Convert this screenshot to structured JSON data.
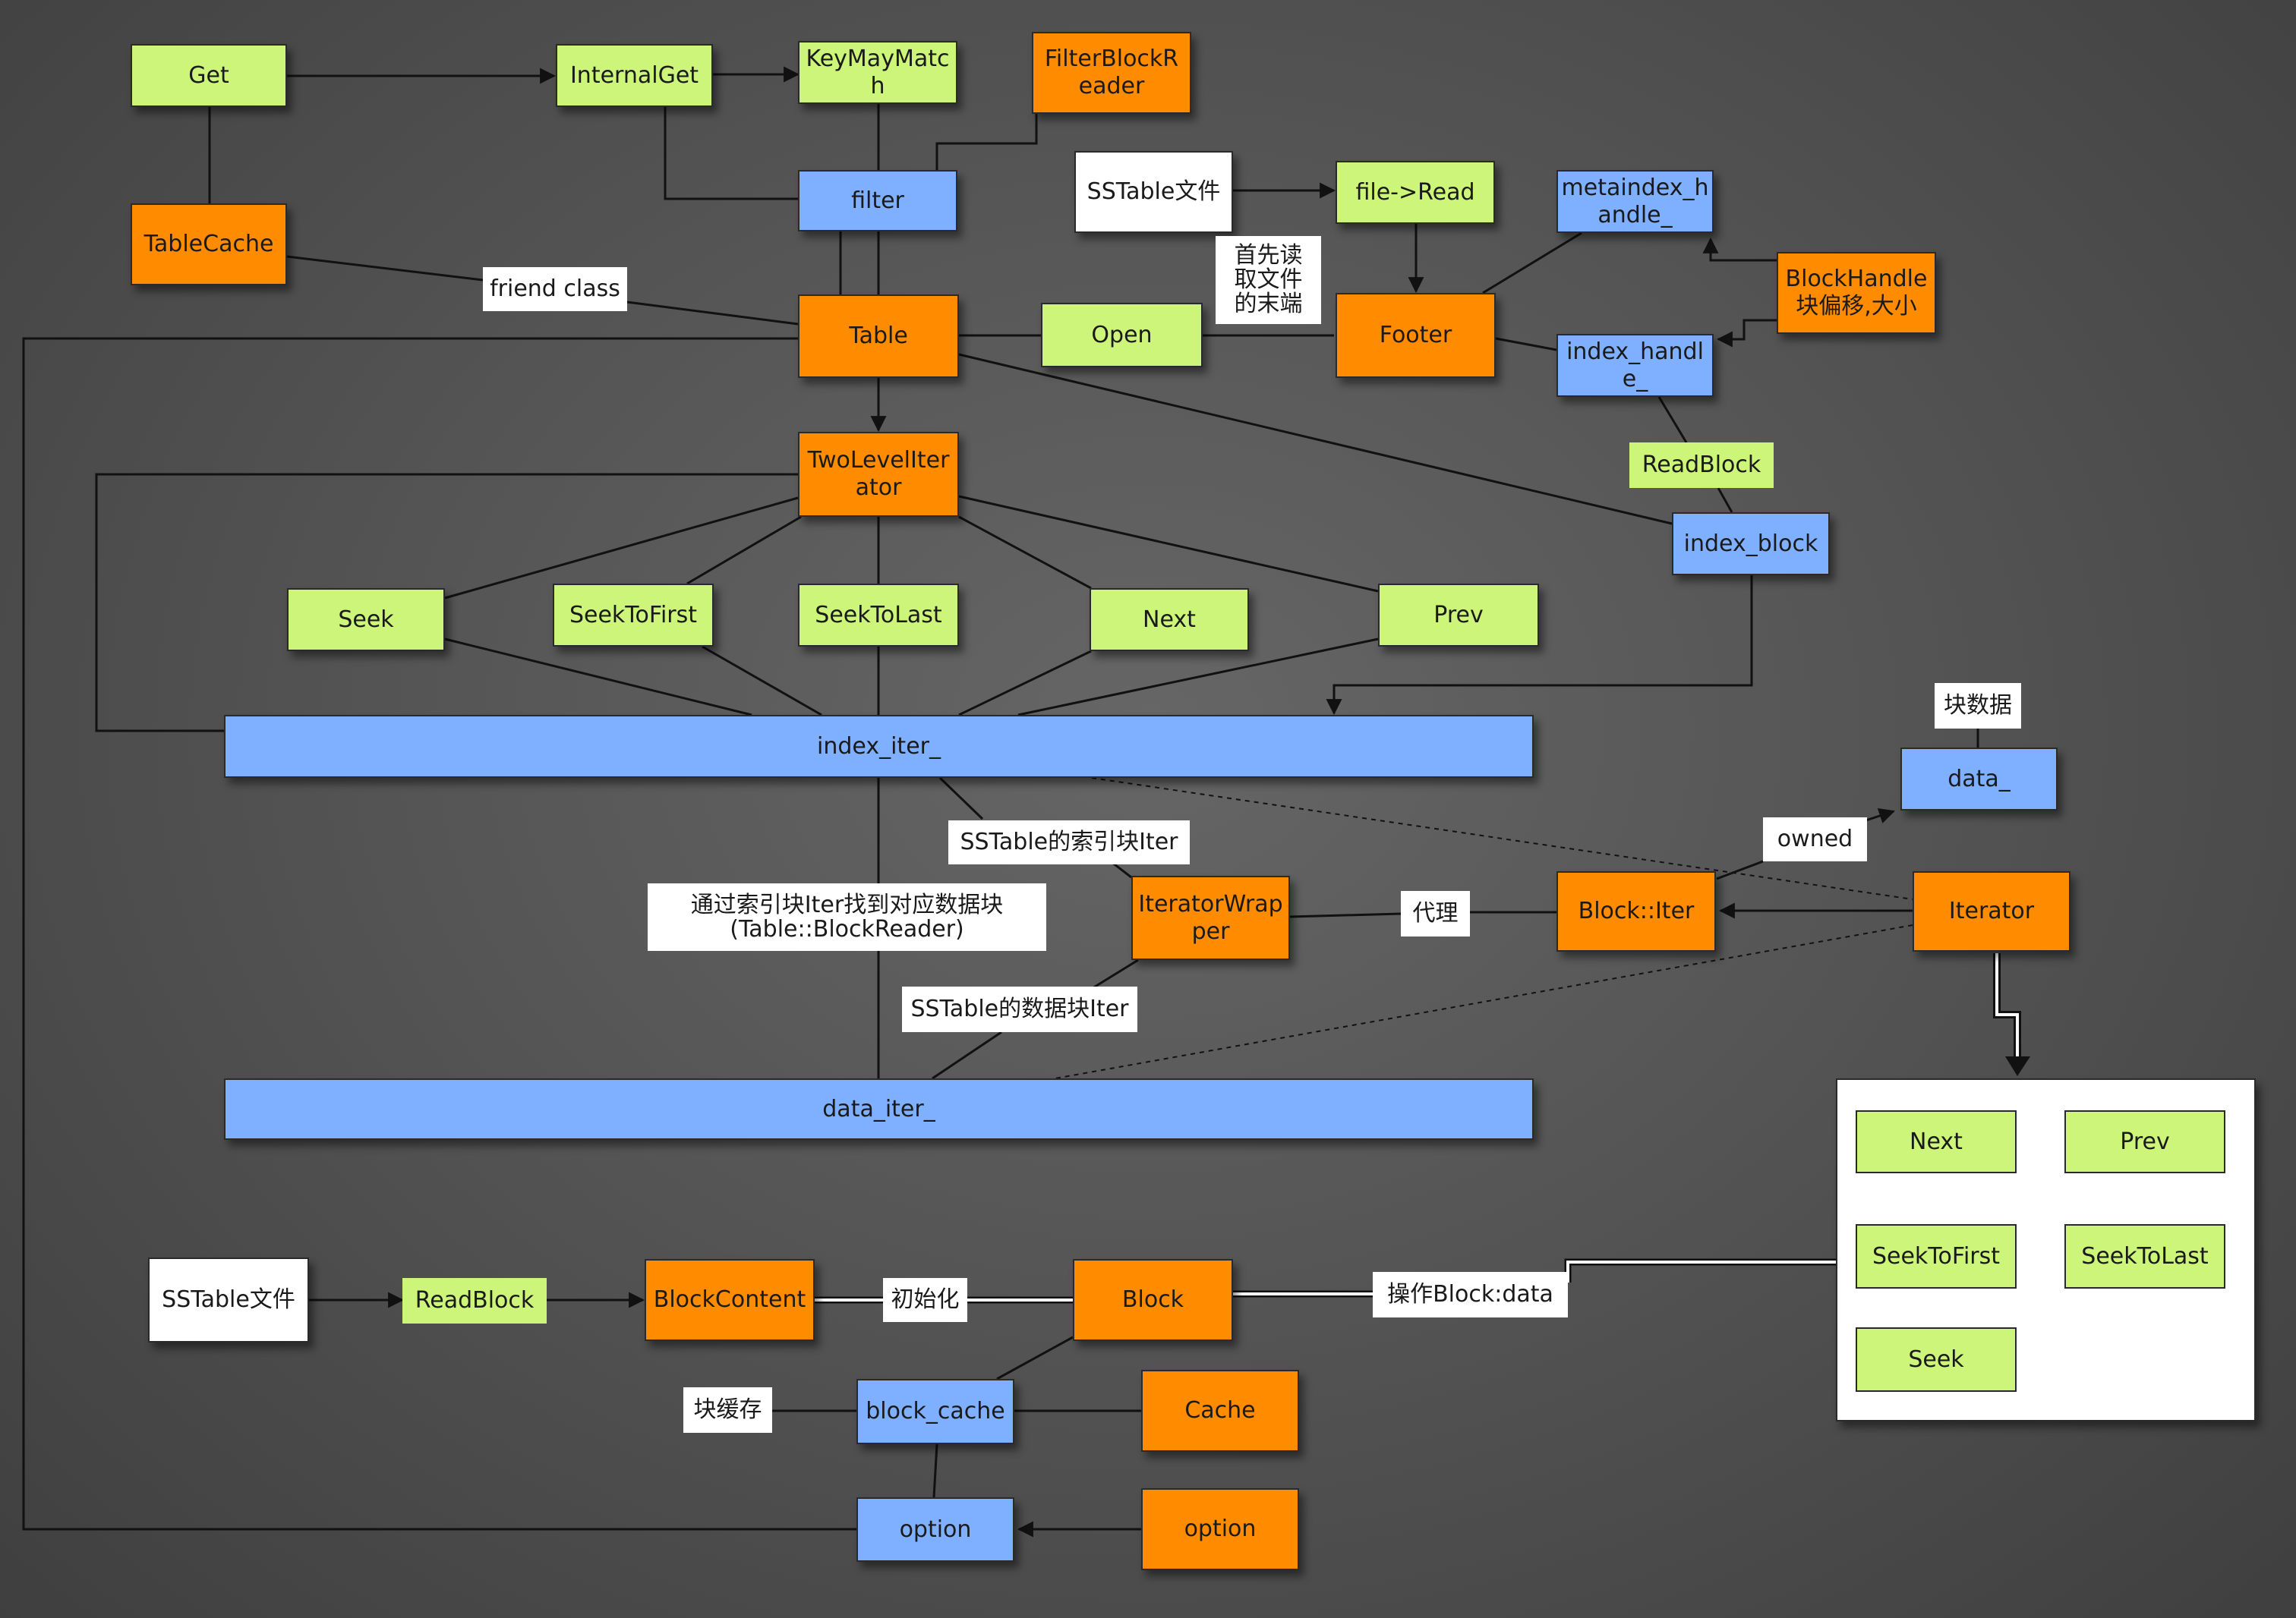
{
  "nodes": {
    "get": "Get",
    "internal_get": "InternalGet",
    "key_may_match": "KeyMayMatc\nh",
    "filter_block_reader": "FilterBlockR\neader",
    "filter": "filter",
    "table_cache": "TableCache",
    "friend_class": "friend class",
    "table": "Table",
    "sstable_file_top": "SSTable文件",
    "file_read": "file->Read",
    "read_tail": "首先读\n取文件\n的末端",
    "open": "Open",
    "footer": "Footer",
    "metaindex_handle": "metaindex_h\nandle_",
    "block_handle": "BlockHandle\n块偏移,大小",
    "index_handle": "index_handl\ne_",
    "read_block_top": "ReadBlock",
    "index_block": "index_block",
    "two_level_iterator": "TwoLevelIter\nator",
    "seek": "Seek",
    "seek_to_first": "SeekToFirst",
    "seek_to_last": "SeekToLast",
    "next": "Next",
    "prev": "Prev",
    "index_iter": "index_iter_",
    "block_data_label": "块数据",
    "data_": "data_",
    "owned": "owned",
    "sstable_index_iter": "SSTable的索引块Iter",
    "find_data_block": "通过索引块Iter找到对应数据块\n(Table::BlockReader)",
    "iterator_wrapper": "IteratorWrap\nper",
    "proxy": "代理",
    "block_iter": "Block::Iter",
    "iterator": "Iterator",
    "sstable_data_iter": "SSTable的数据块Iter",
    "data_iter": "data_iter_",
    "sstable_file_bottom": "SSTable文件",
    "read_block_bottom": "ReadBlock",
    "block_content": "BlockContent",
    "init": "初始化",
    "block": "Block",
    "op_block_data": "操作Block:data",
    "block_cache_label": "块缓存",
    "block_cache": "block_cache",
    "cache": "Cache",
    "option_blue": "option",
    "option_orange": "option"
  },
  "iterator_methods": {
    "next": "Next",
    "prev": "Prev",
    "seek_to_first": "SeekToFirst",
    "seek_to_last": "SeekToLast",
    "seek": "Seek"
  },
  "colors": {
    "green": "#ccf57a",
    "orange": "#ff8c00",
    "blue": "#7fb0ff",
    "white": "#ffffff",
    "edge": "#111111"
  }
}
